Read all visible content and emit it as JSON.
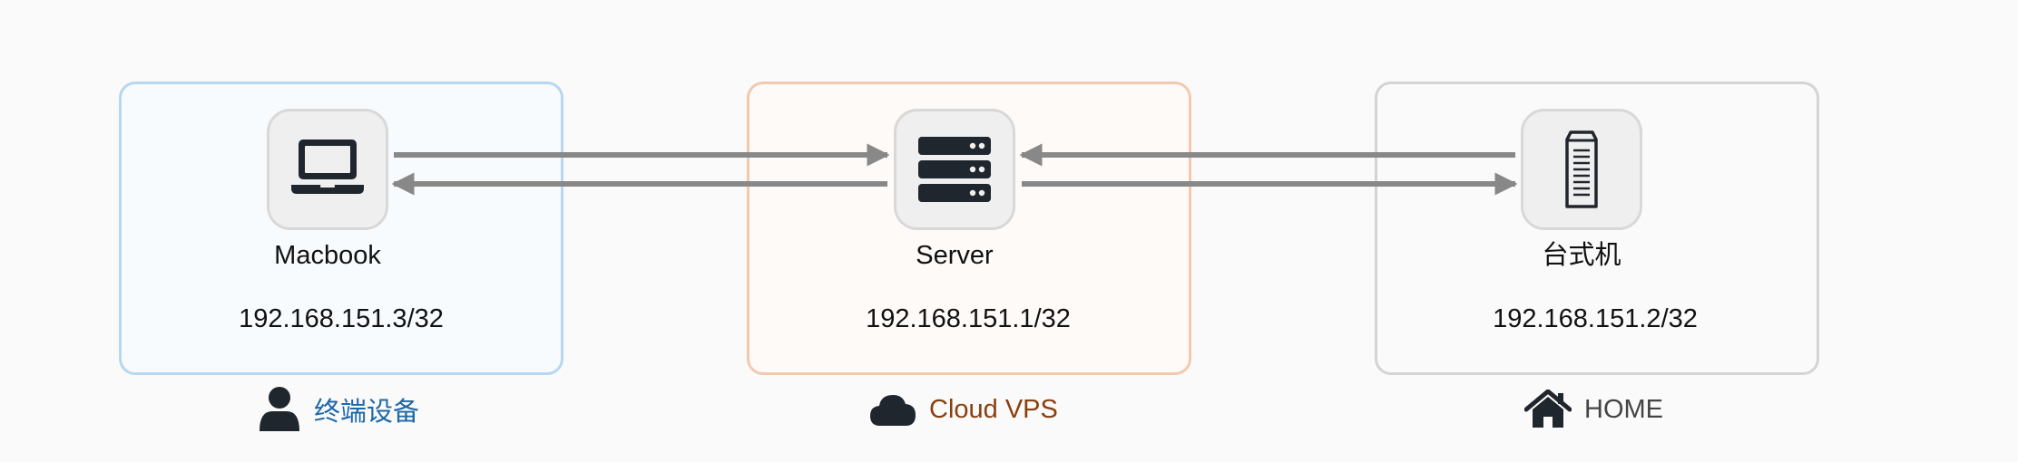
{
  "groups": {
    "endpoint": {
      "title": "终端设备",
      "icon": "user-icon",
      "border_color": "#b7d7f1",
      "title_color": "#1e68a8",
      "node": {
        "label": "Macbook",
        "ip": "192.168.151.3/32",
        "icon": "laptop-icon"
      }
    },
    "vps": {
      "title": "Cloud VPS",
      "icon": "cloud-icon",
      "border_color": "#f3c9ae",
      "title_color": "#8a3f0e",
      "node": {
        "label": "Server",
        "ip": "192.168.151.1/32",
        "icon": "server-icon"
      }
    },
    "home": {
      "title": "HOME",
      "icon": "home-icon",
      "border_color": "#d4d4d4",
      "title_color": "#444444",
      "node": {
        "label": "台式机",
        "ip": "192.168.151.2/32",
        "icon": "desktop-tower-icon"
      }
    }
  },
  "connections": [
    {
      "from": "Macbook",
      "to": "Server",
      "direction": "bidirectional"
    },
    {
      "from": "Server",
      "to": "台式机",
      "direction": "bidirectional"
    }
  ],
  "colors": {
    "arrow": "#888888",
    "icon_dark": "#20262d",
    "icon_bg": "#efefef"
  }
}
